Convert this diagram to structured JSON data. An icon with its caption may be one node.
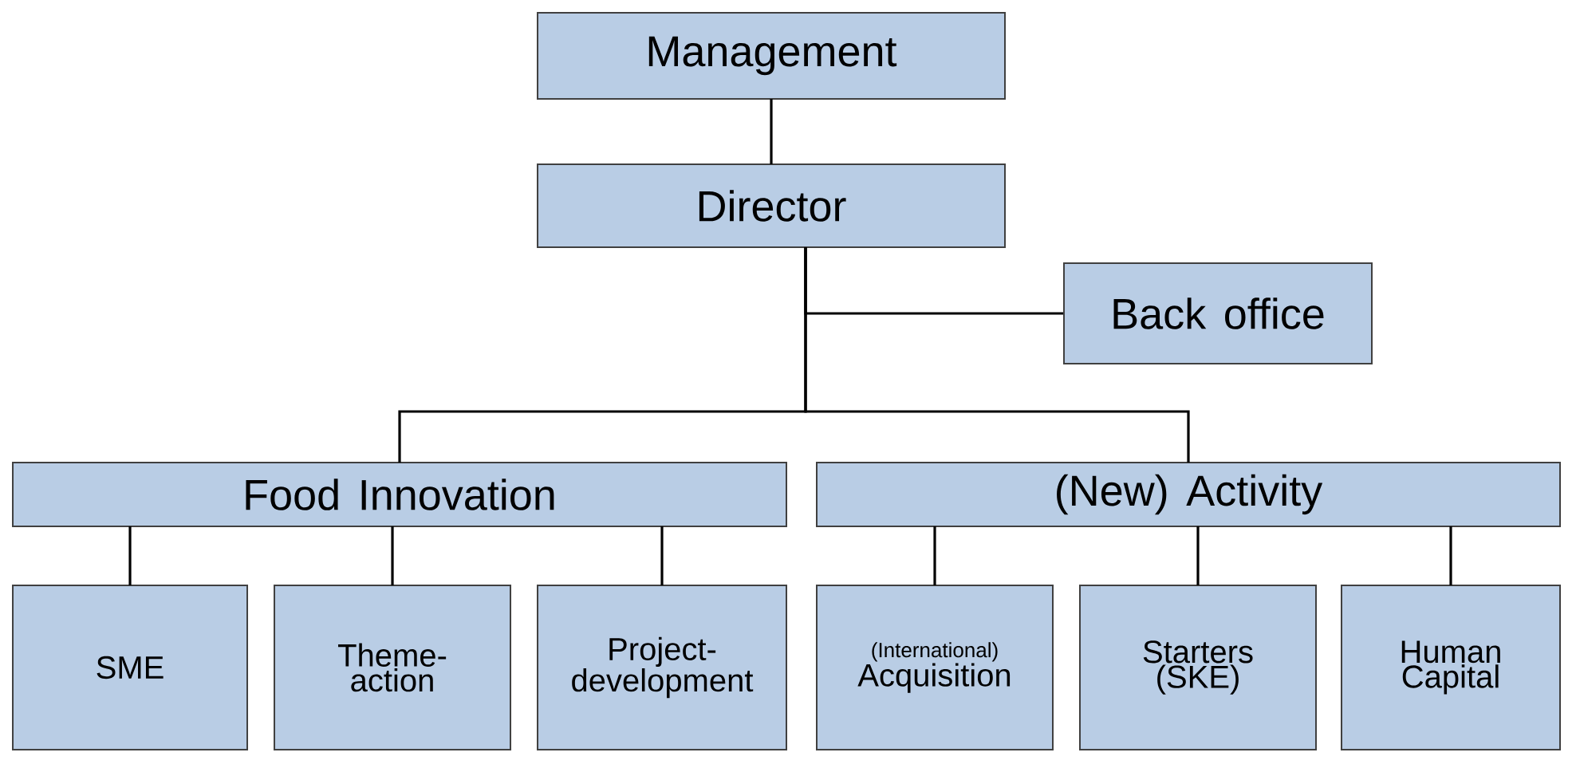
{
  "diagram": {
    "nodes": [
      {
        "text": [
          "Management"
        ]
      },
      {
        "text": [
          "Director"
        ]
      },
      {
        "text": [
          "Back office"
        ]
      },
      {
        "text": [
          "Food Innovation"
        ]
      },
      {
        "text": [
          "(New) Activity"
        ]
      },
      {
        "text": [
          "SME"
        ]
      },
      {
        "text": [
          "Theme- action"
        ]
      },
      {
        "text": [
          "Project- development"
        ]
      },
      {
        "text": [
          "(International)",
          "Acquisition"
        ]
      },
      {
        "text": [
          "Starters (SKE)"
        ]
      },
      {
        "text": [
          "Human Capital"
        ]
      }
    ],
    "edges": [
      {
        "from": 0,
        "to": 1,
        "arrow": "none"
      },
      {
        "from": 1,
        "to": 2,
        "arrow": "none"
      },
      {
        "from": 1,
        "to": 3,
        "arrow": "none"
      },
      {
        "from": 1,
        "to": 4,
        "arrow": "none"
      },
      {
        "from": 3,
        "to": 5,
        "arrow": "none"
      },
      {
        "from": 3,
        "to": 6,
        "arrow": "none"
      },
      {
        "from": 3,
        "to": 7,
        "arrow": "none"
      },
      {
        "from": 4,
        "to": 8,
        "arrow": "none"
      },
      {
        "from": 4,
        "to": 9,
        "arrow": "none"
      },
      {
        "from": 4,
        "to": 10,
        "arrow": "none"
      }
    ]
  }
}
